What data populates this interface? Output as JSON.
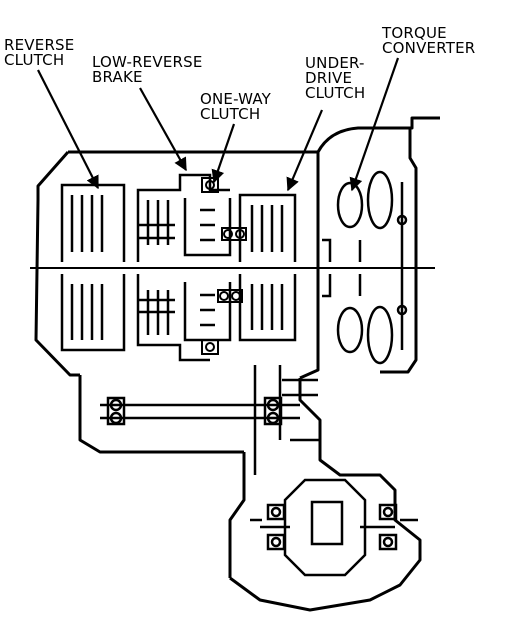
{
  "labels": {
    "reverse_clutch": [
      "REVERSE",
      "CLUTCH"
    ],
    "low_reverse_brake": [
      "LOW-REVERSE",
      "BRAKE"
    ],
    "one_way_clutch": [
      "ONE-WAY",
      "CLUTCH"
    ],
    "underdrive_clutch": [
      "UNDER-",
      "DRIVE",
      "CLUTCH"
    ],
    "torque_converter": [
      "TORQUE",
      "CONVERTER"
    ]
  },
  "colors": {
    "line": "#000000",
    "background": "#ffffff"
  }
}
